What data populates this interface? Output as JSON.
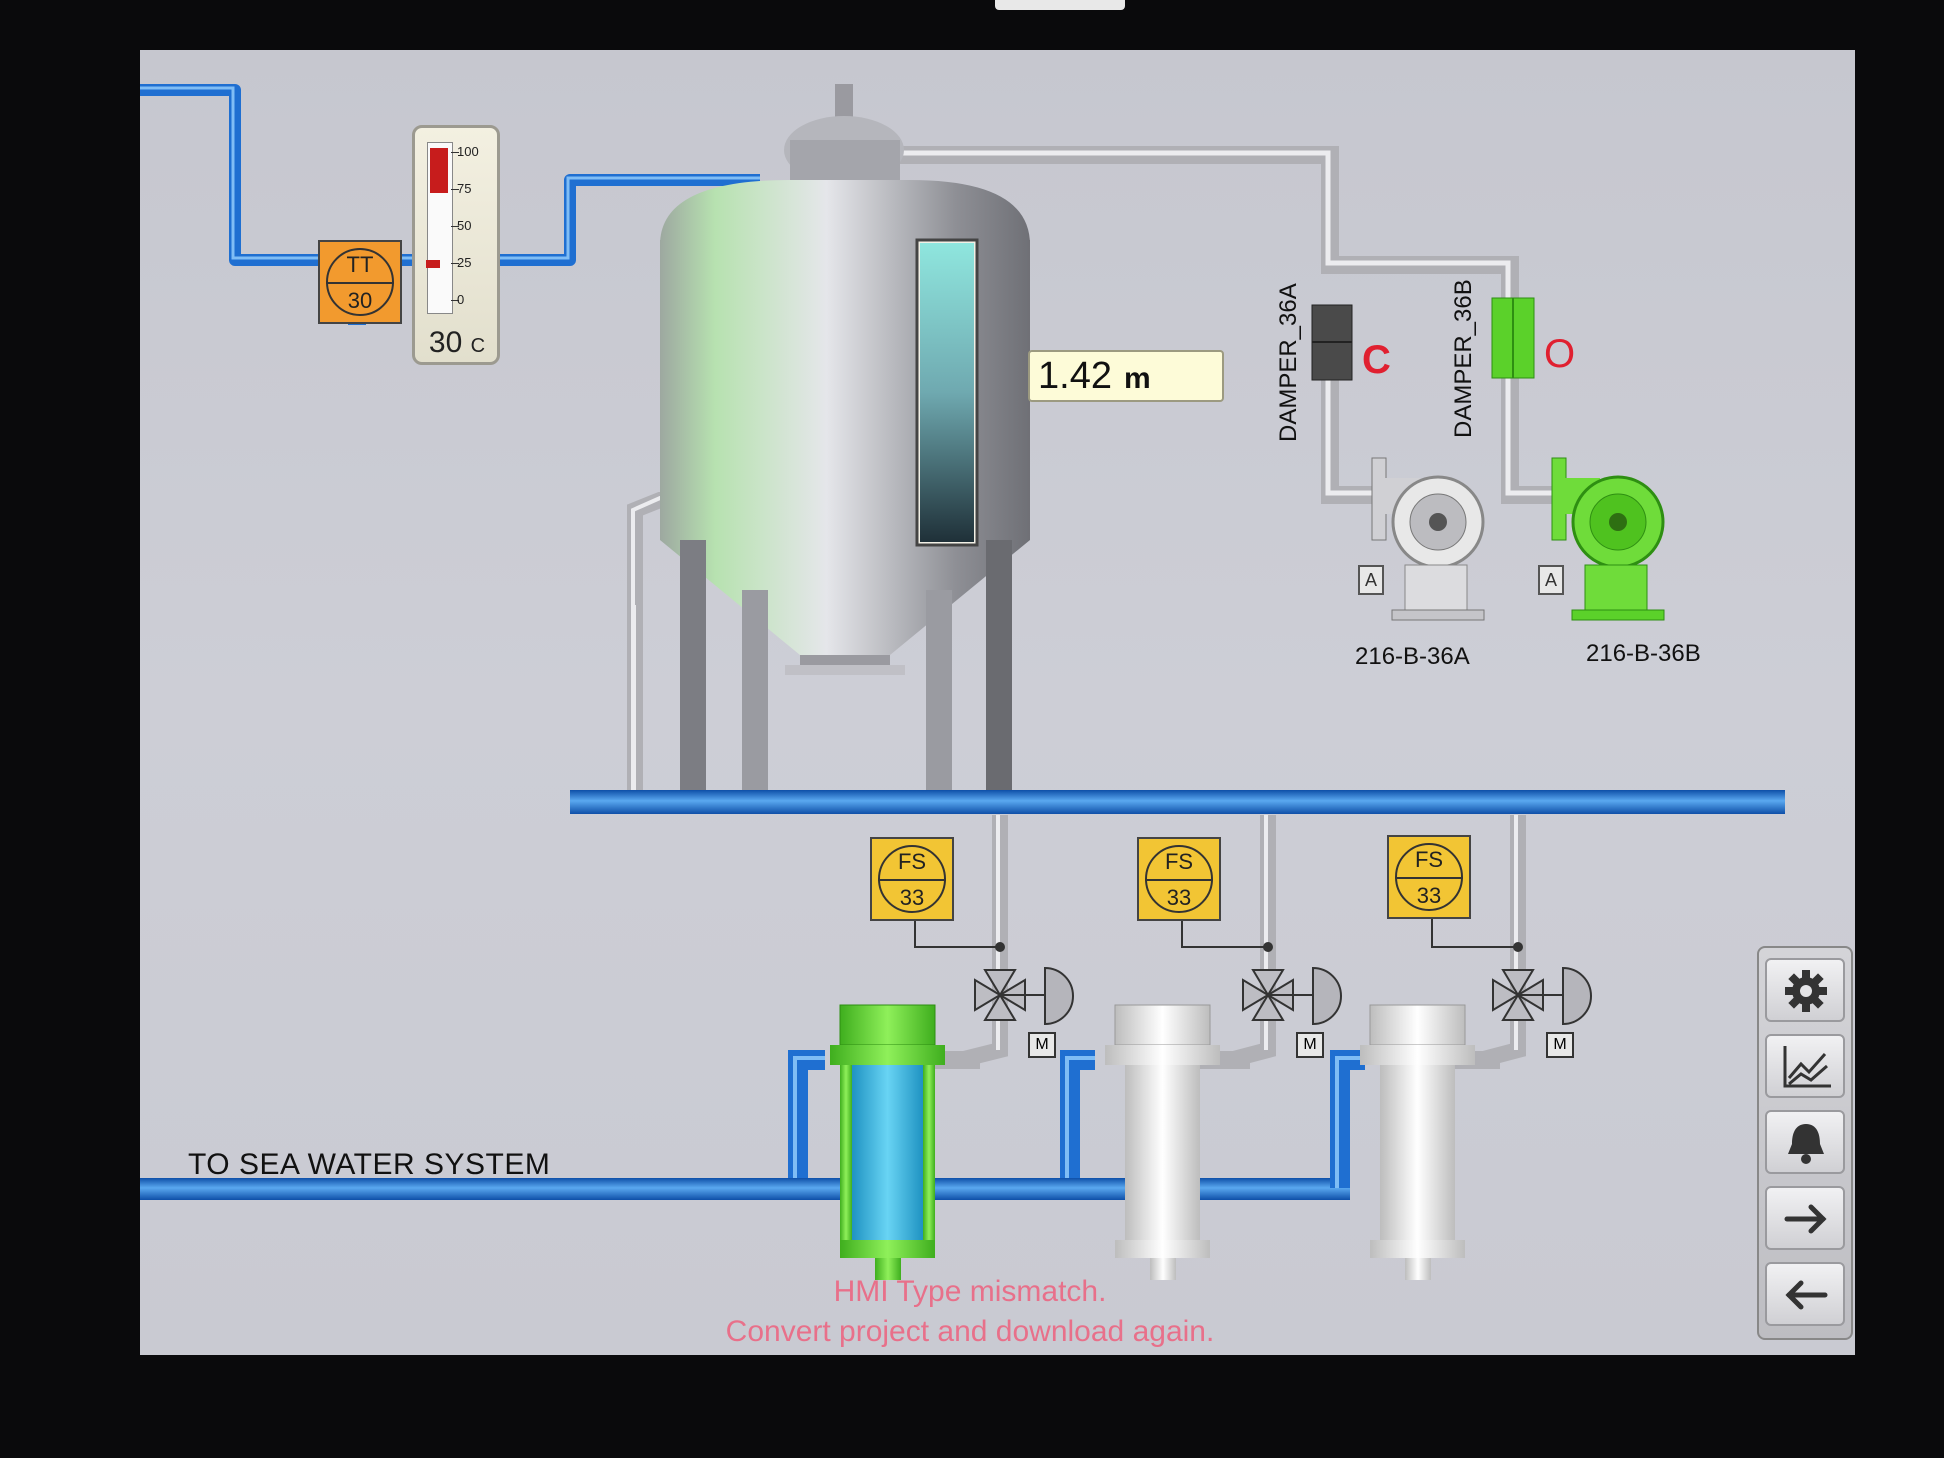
{
  "temperature_indicator": {
    "tag_top": "TT",
    "tag_bottom": "30",
    "scale": [
      "100",
      "75",
      "50",
      "25",
      "0"
    ],
    "reading": "30",
    "unit": "C"
  },
  "tank": {
    "level_value": "1.42",
    "level_unit": "m",
    "level_fraction": 0.62
  },
  "dampers": [
    {
      "label": "DAMPER_36A",
      "state": "C",
      "state_color": "#e02030",
      "color": "#4a4a4a"
    },
    {
      "label": "DAMPER_36B",
      "state": "O",
      "state_color": "#e02030",
      "color": "#5bd12a"
    }
  ],
  "pumps": [
    {
      "id": "216-B-36A",
      "mode": "A",
      "color": "#e8e8e8"
    },
    {
      "id": "216-B-36B",
      "mode": "A",
      "color": "#6fdc3a"
    }
  ],
  "flow_switches": [
    {
      "tag_top": "FS",
      "tag_bottom": "33"
    },
    {
      "tag_top": "FS",
      "tag_bottom": "33"
    },
    {
      "tag_top": "FS",
      "tag_bottom": "33"
    }
  ],
  "valves": [
    {
      "mode": "M"
    },
    {
      "mode": "M"
    },
    {
      "mode": "M"
    }
  ],
  "filters": [
    {
      "color": "#5bd12a",
      "active": true
    },
    {
      "color": "#e8e8e8",
      "active": false
    },
    {
      "color": "#e8e8e8",
      "active": false
    }
  ],
  "sea_water_label": "TO SEA WATER SYSTEM",
  "error": {
    "line1": "HMI Type mismatch.",
    "line2": "Convert project and download again."
  },
  "menu": [
    {
      "icon": "gear-icon"
    },
    {
      "icon": "trend-icon"
    },
    {
      "icon": "bell-icon"
    },
    {
      "icon": "arrow-right-icon"
    },
    {
      "icon": "arrow-left-icon"
    }
  ],
  "colors": {
    "water_pipe": "#1f6fd1",
    "process_pipe": "#a9a9ae",
    "tag_fill_orange": "#f29a2e",
    "tag_fill_yellow": "#f2c534"
  }
}
